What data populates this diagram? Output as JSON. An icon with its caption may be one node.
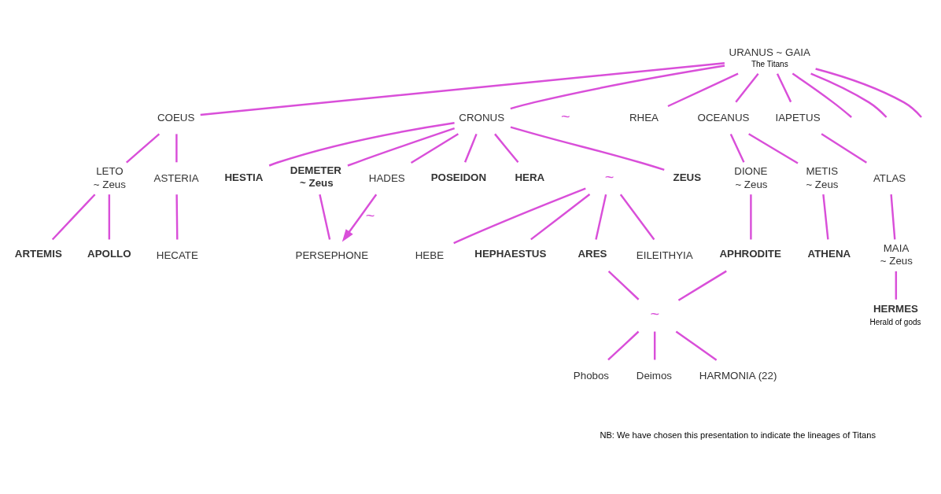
{
  "diagram": {
    "nodes": [
      {
        "text": [
          "URANUS ~ GAIA"
        ],
        "beside": [
          "The Titans"
        ]
      },
      {
        "text": [
          "COEUS"
        ]
      },
      {
        "text": [
          "CRONUS"
        ]
      },
      {
        "text": [
          "RHEA"
        ]
      },
      {
        "text": [
          "OCEANUS"
        ]
      },
      {
        "text": [
          "IAPETUS"
        ]
      },
      {
        "text": [
          "ASTERIA"
        ]
      },
      {
        "text": [
          "LETO",
          "~ Zeus"
        ]
      },
      {
        "text": [
          "HECATE"
        ]
      },
      {
        "text": [
          "HESTIA"
        ]
      },
      {
        "text": [
          "DEMETER",
          "~ Zeus"
        ]
      },
      {
        "text": [
          "HADES"
        ]
      },
      {
        "text": [
          "POSEIDON"
        ]
      },
      {
        "text": [
          "HERA"
        ]
      },
      {
        "text": [
          "~"
        ]
      },
      {
        "text": [
          "ZEUS"
        ]
      },
      {
        "text": [
          "METIS",
          "~ Zeus"
        ]
      },
      {
        "text": [
          "DIONE",
          "~ Zeus"
        ]
      },
      {
        "text": [
          "ATLAS"
        ]
      },
      {
        "text": [
          "PERSEPHONE"
        ]
      },
      {
        "text": [
          "APOLLO"
        ]
      },
      {
        "text": [
          "ARTEMIS"
        ]
      },
      {
        "text": [
          "EILEITHYIA"
        ]
      },
      {
        "text": [
          "HEBE"
        ]
      },
      {
        "text": [
          "HEPHAESTUS"
        ]
      },
      {
        "text": [
          "ARES"
        ]
      },
      {
        "text": [
          "ATHENA"
        ]
      },
      {
        "text": [
          "APHRODITE"
        ]
      },
      {
        "text": [
          "MAIA",
          "~ Zeus"
        ]
      },
      {
        "text": [
          "~"
        ]
      },
      {
        "text": [
          "Phobos"
        ]
      },
      {
        "text": [
          "Deimos"
        ]
      },
      {
        "text": [
          "HARMONIA (22)"
        ]
      },
      {
        "text": [
          "HERMES"
        ],
        "beside": [
          "Herald of gods"
        ]
      }
    ],
    "edges": [
      {
        "from": 0,
        "to": 1,
        "arrow": "none"
      },
      {
        "from": 0,
        "to": 2,
        "arrow": "none"
      },
      {
        "from": 0,
        "to": 3,
        "arrow": "none"
      },
      {
        "from": 0,
        "to": null,
        "arrow": "none"
      },
      {
        "from": 0,
        "to": null,
        "arrow": "none"
      },
      {
        "from": 0,
        "to": null,
        "arrow": "none"
      },
      {
        "from": 0,
        "to": 4,
        "arrow": "none"
      },
      {
        "from": 0,
        "to": 5,
        "arrow": "none"
      },
      {
        "from": 1,
        "to": 6,
        "arrow": "none"
      },
      {
        "from": 1,
        "to": 7,
        "arrow": "none"
      },
      {
        "from": 6,
        "to": 8,
        "arrow": "none"
      },
      {
        "from": 2,
        "to": 9,
        "arrow": "none"
      },
      {
        "from": 2,
        "to": 10,
        "arrow": "none"
      },
      {
        "from": 2,
        "to": 11,
        "arrow": "none"
      },
      {
        "from": 2,
        "to": 12,
        "arrow": "none"
      },
      {
        "from": 2,
        "to": 13,
        "arrow": "none"
      },
      {
        "from": 2,
        "to": 15,
        "arrow": "none"
      },
      {
        "from": 10,
        "to": 19,
        "arrow": "none"
      },
      {
        "from": 11,
        "to": 19,
        "arrow": "to",
        "label": "~"
      },
      {
        "from": 7,
        "to": 20,
        "arrow": "none"
      },
      {
        "from": 7,
        "to": 21,
        "arrow": "none"
      },
      {
        "from": 14,
        "to": 22,
        "arrow": "none"
      },
      {
        "from": 14,
        "to": 23,
        "arrow": "none"
      },
      {
        "from": 14,
        "to": 24,
        "arrow": "none"
      },
      {
        "from": 14,
        "to": 25,
        "arrow": "none"
      },
      {
        "from": 4,
        "to": 16,
        "arrow": "none"
      },
      {
        "from": 4,
        "to": 17,
        "arrow": "none"
      },
      {
        "from": 16,
        "to": 26,
        "arrow": "none"
      },
      {
        "from": 17,
        "to": 27,
        "arrow": "none"
      },
      {
        "from": 5,
        "to": 18,
        "arrow": "none"
      },
      {
        "from": 18,
        "to": 28,
        "arrow": "none"
      },
      {
        "from": 28,
        "to": 33,
        "arrow": "none"
      },
      {
        "from": 25,
        "to": 29,
        "arrow": "none"
      },
      {
        "from": 27,
        "to": 29,
        "arrow": "none"
      },
      {
        "from": 29,
        "to": 30,
        "arrow": "none"
      },
      {
        "from": 29,
        "to": 31,
        "arrow": "none"
      },
      {
        "from": 29,
        "to": 32,
        "arrow": "none"
      }
    ],
    "labels": [
      "~",
      "NB: We have chosen this presentation to indicate the lineages of Titans"
    ]
  }
}
